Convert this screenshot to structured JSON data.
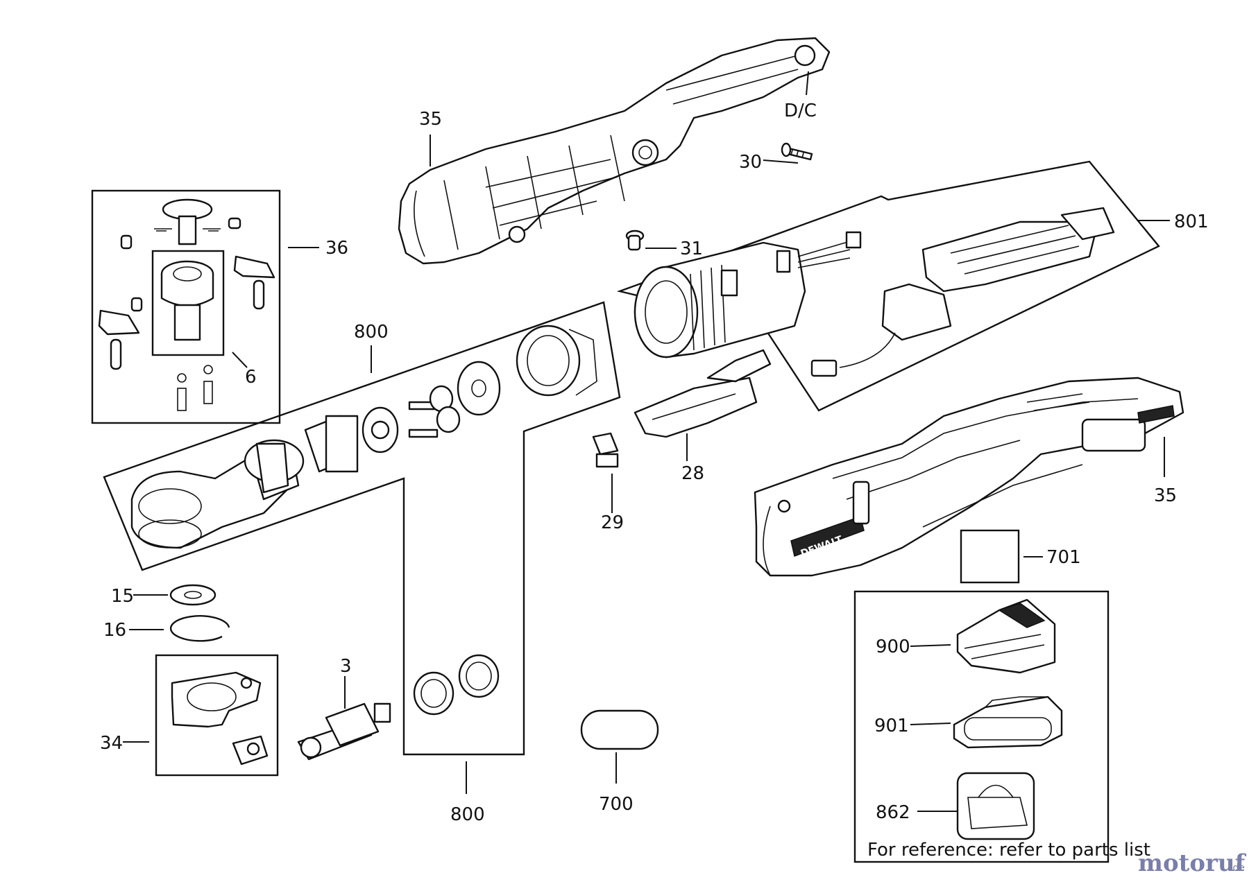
{
  "labels": {
    "l35_top": "35",
    "l_dc": "D/C",
    "l30": "30",
    "l801": "801",
    "l36": "36",
    "l31": "31",
    "l6": "6",
    "l800_top": "800",
    "l28": "28",
    "l29": "29",
    "l35_right": "35",
    "l701": "701",
    "l15": "15",
    "l16": "16",
    "l3": "3",
    "l34": "34",
    "l700": "700",
    "l800_bottom": "800",
    "l900": "900",
    "l901": "901",
    "l862": "862"
  },
  "reference_note": "For reference: refer to parts list",
  "watermark": {
    "brand": "motoruf",
    "domain_suffix": ".de"
  },
  "brand_marks": {
    "body_logo": "DEWALT"
  }
}
